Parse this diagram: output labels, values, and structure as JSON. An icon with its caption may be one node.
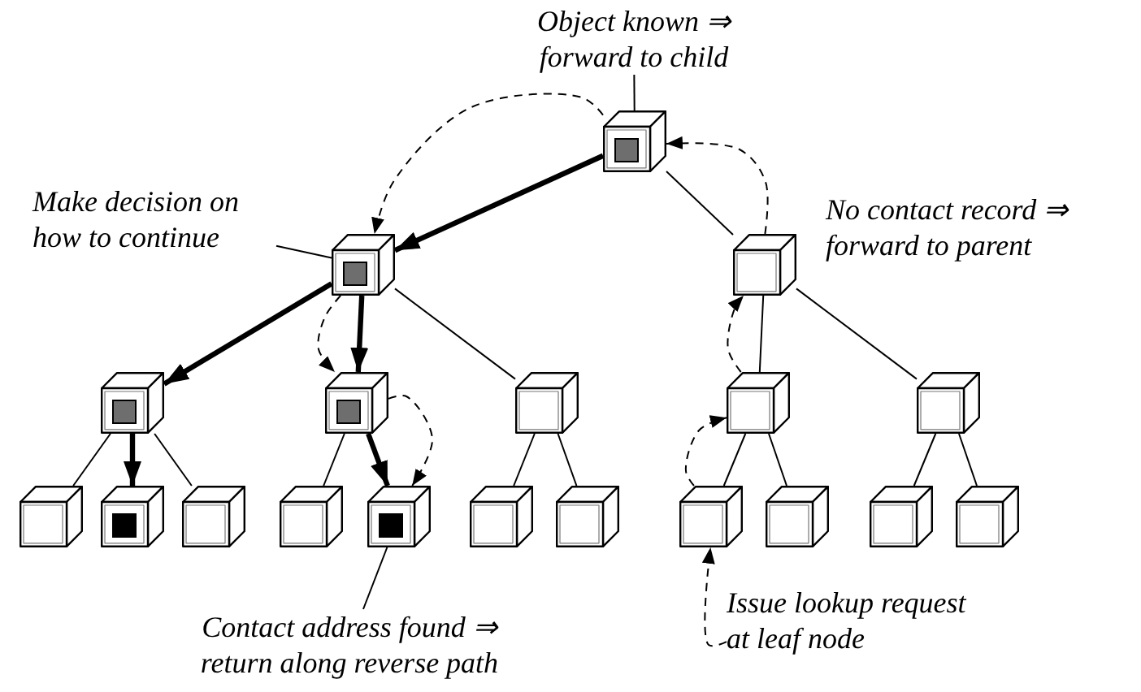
{
  "diagram": {
    "nodes": [
      {
        "text": [
          "Object known ⇒ forward to child"
        ]
      },
      {
        "text": [],
        "shape": "cube"
      },
      {
        "text": [],
        "shape": "box",
        "in": 1
      },
      {
        "text": [
          "Make decision on how to continue"
        ]
      },
      {
        "text": [],
        "shape": "cube"
      },
      {
        "text": [],
        "shape": "box",
        "in": 4
      },
      {
        "text": [],
        "shape": "cube"
      },
      {
        "text": [
          "No contact record ⇒ forward to parent"
        ]
      },
      {
        "text": [],
        "shape": "cube"
      },
      {
        "text": [],
        "shape": "box",
        "in": 8
      },
      {
        "text": [],
        "shape": "cube"
      },
      {
        "text": [],
        "shape": "box",
        "in": 10
      },
      {
        "text": [],
        "shape": "cube"
      },
      {
        "text": [],
        "shape": "cube"
      },
      {
        "text": [],
        "shape": "cube"
      },
      {
        "text": [],
        "shape": "cube"
      },
      {
        "text": [],
        "shape": "cube"
      },
      {
        "text": [],
        "shape": "box",
        "in": 16
      },
      {
        "text": [],
        "shape": "cube"
      },
      {
        "text": [],
        "shape": "cube"
      },
      {
        "text": [],
        "shape": "cube"
      },
      {
        "text": [],
        "shape": "box",
        "in": 20
      },
      {
        "text": [],
        "shape": "cube"
      },
      {
        "text": [],
        "shape": "cube"
      },
      {
        "text": [],
        "shape": "cube"
      },
      {
        "text": [],
        "shape": "cube"
      },
      {
        "text": [],
        "shape": "cube"
      },
      {
        "text": [],
        "shape": "cube"
      },
      {
        "text": [
          "Contact address found ⇒ return along reverse path"
        ]
      },
      {
        "text": [
          "Issue lookup request at leaf node"
        ]
      }
    ],
    "edges": [
      {
        "from": 0,
        "to": 1,
        "arrow": "none"
      },
      {
        "from": 1,
        "to": 4,
        "arrow": "to",
        "style": "thick"
      },
      {
        "from": 1,
        "to": 6,
        "arrow": "none"
      },
      {
        "from": 1,
        "to": 4,
        "arrow": "to",
        "style": "dashed"
      },
      {
        "from": 6,
        "to": 1,
        "arrow": "to",
        "style": "dashed"
      },
      {
        "from": 3,
        "to": 4,
        "arrow": "none"
      },
      {
        "from": 4,
        "to": 8,
        "arrow": "to",
        "style": "thick"
      },
      {
        "from": 4,
        "to": 10,
        "arrow": "to",
        "style": "thick"
      },
      {
        "from": 4,
        "to": 12,
        "arrow": "none"
      },
      {
        "from": 4,
        "to": 10,
        "arrow": "to",
        "style": "dashed"
      },
      {
        "from": 6,
        "to": 13,
        "arrow": "none"
      },
      {
        "from": 6,
        "to": 14,
        "arrow": "none"
      },
      {
        "from": 13,
        "to": 6,
        "arrow": "to",
        "style": "dashed"
      },
      {
        "from": 8,
        "to": 15,
        "arrow": "none"
      },
      {
        "from": 8,
        "to": 16,
        "arrow": "to",
        "style": "thick"
      },
      {
        "from": 8,
        "to": 18,
        "arrow": "none"
      },
      {
        "from": 10,
        "to": 19,
        "arrow": "none"
      },
      {
        "from": 10,
        "to": 20,
        "arrow": "to",
        "style": "thick"
      },
      {
        "from": 10,
        "to": 20,
        "arrow": "to",
        "style": "dashed"
      },
      {
        "from": 12,
        "to": 22,
        "arrow": "none"
      },
      {
        "from": 12,
        "to": 23,
        "arrow": "none"
      },
      {
        "from": 13,
        "to": 24,
        "arrow": "none"
      },
      {
        "from": 13,
        "to": 25,
        "arrow": "none"
      },
      {
        "from": 14,
        "to": 26,
        "arrow": "none"
      },
      {
        "from": 14,
        "to": 27,
        "arrow": "none"
      },
      {
        "from": 24,
        "to": 13,
        "arrow": "to",
        "style": "dashed"
      },
      {
        "from": 28,
        "to": 20,
        "arrow": "none"
      },
      {
        "from": 29,
        "to": 24,
        "arrow": "to",
        "style": "dashed"
      }
    ]
  }
}
